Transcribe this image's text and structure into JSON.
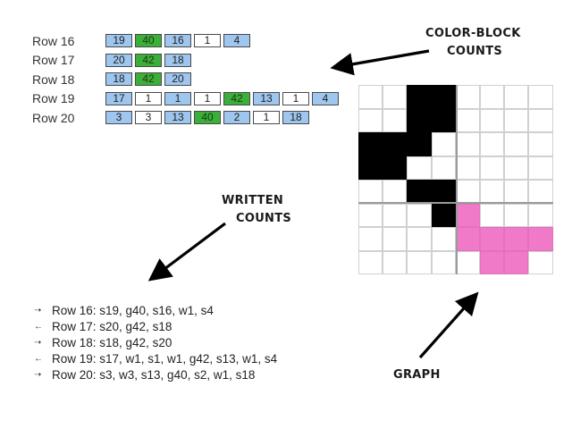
{
  "block_rows": [
    {
      "label": "Row 16",
      "cells": [
        {
          "v": "19",
          "c": "blue"
        },
        {
          "v": "40",
          "c": "green"
        },
        {
          "v": "16",
          "c": "blue"
        },
        {
          "v": "1",
          "c": "white"
        },
        {
          "v": "4",
          "c": "blue"
        }
      ]
    },
    {
      "label": "Row 17",
      "cells": [
        {
          "v": "20",
          "c": "blue"
        },
        {
          "v": "42",
          "c": "green"
        },
        {
          "v": "18",
          "c": "blue"
        }
      ]
    },
    {
      "label": "Row 18",
      "cells": [
        {
          "v": "18",
          "c": "blue"
        },
        {
          "v": "42",
          "c": "green"
        },
        {
          "v": "20",
          "c": "blue"
        }
      ]
    },
    {
      "label": "Row 19",
      "cells": [
        {
          "v": "17",
          "c": "blue"
        },
        {
          "v": "1",
          "c": "white"
        },
        {
          "v": "1",
          "c": "blue"
        },
        {
          "v": "1",
          "c": "white"
        },
        {
          "v": "42",
          "c": "green"
        },
        {
          "v": "13",
          "c": "blue"
        },
        {
          "v": "1",
          "c": "white"
        },
        {
          "v": "4",
          "c": "blue"
        }
      ]
    },
    {
      "label": "Row 20",
      "cells": [
        {
          "v": "3",
          "c": "blue"
        },
        {
          "v": "3",
          "c": "white"
        },
        {
          "v": "13",
          "c": "blue"
        },
        {
          "v": "40",
          "c": "green"
        },
        {
          "v": "2",
          "c": "blue"
        },
        {
          "v": "1",
          "c": "white"
        },
        {
          "v": "18",
          "c": "blue"
        }
      ]
    }
  ],
  "captions": {
    "color_block_1": "COLOR-BLOCK",
    "color_block_2": "COUNTS",
    "written_1": "WRITTEN",
    "written_2": "COUNTS",
    "graph": "GRAPH"
  },
  "written_counts": [
    {
      "dir": "right",
      "text": "Row 16: s19, g40, s16, w1, s4"
    },
    {
      "dir": "left",
      "text": "Row 17: s20, g42, s18"
    },
    {
      "dir": "right",
      "text": "Row 18: s18, g42, s20"
    },
    {
      "dir": "left",
      "text": "Row 19: s17, w1, s1, w1, g42, s13, w1, s4"
    },
    {
      "dir": "right",
      "text": "Row 20: s3, w3, s13, g40, s2, w1, s18"
    }
  ],
  "graph": {
    "rows": [
      "..KK....",
      "..KK....",
      "KKK.....",
      "KK......",
      "..KK....",
      "...KP...",
      "....PPPP",
      ".....PP."
    ],
    "colors": {
      "K": "#000000",
      "P": "#f07ac8"
    }
  }
}
